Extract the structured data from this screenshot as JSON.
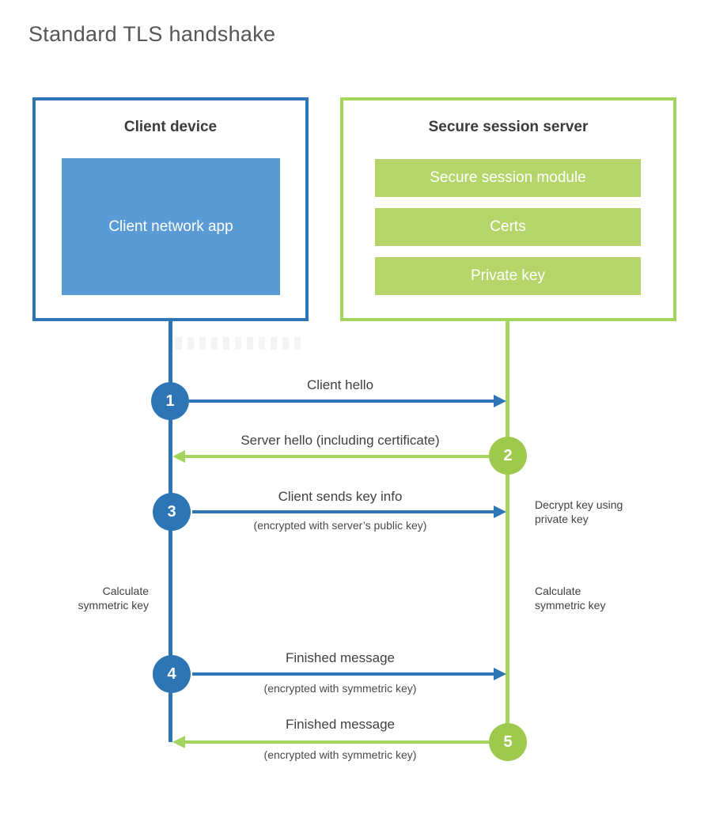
{
  "title": "Standard TLS handshake",
  "colors": {
    "blue": "#2E75B6",
    "light_blue": "#5B9BD5",
    "green": "#A3D45C",
    "light_green": "#B5D56A",
    "text": "#414042"
  },
  "client_box": {
    "title": "Client device",
    "app_label": "Client network app"
  },
  "server_box": {
    "title": "Secure session server",
    "modules": [
      "Secure session module",
      "Certs",
      "Private key"
    ]
  },
  "steps": [
    {
      "num": "1",
      "label": "Client hello",
      "direction": "client-to-server"
    },
    {
      "num": "2",
      "label": "Server hello (including certificate)",
      "direction": "server-to-client"
    },
    {
      "num": "3",
      "label": "Client sends key info",
      "sublabel": "(encrypted with server’s public key)",
      "note": "Decrypt key using private key",
      "direction": "client-to-server"
    },
    {
      "num": "4",
      "label": "Finished message",
      "sublabel": "(encrypted with symmetric key)",
      "direction": "client-to-server"
    },
    {
      "num": "5",
      "label": "Finished message",
      "sublabel": "(encrypted with symmetric key)",
      "direction": "server-to-client"
    }
  ],
  "side_notes": {
    "client_calculate": "Calculate symmetric key",
    "server_calculate": "Calculate symmetric key"
  }
}
